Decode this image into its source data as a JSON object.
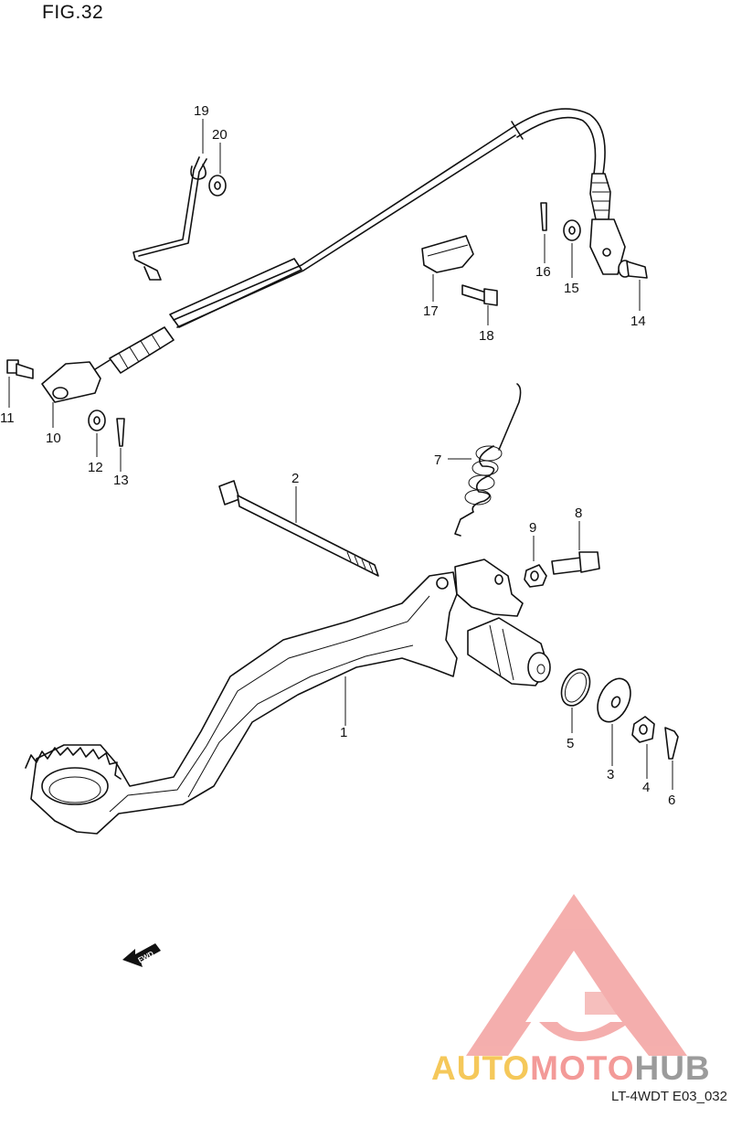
{
  "figure_title": "FIG.32",
  "footer_code": "LT-4WDT E03_032",
  "fwd_label": "FWD",
  "watermark": {
    "part1": "AUTO",
    "part2": "MOTO",
    "part3": "HUB"
  },
  "callouts": {
    "c1": "1",
    "c2": "2",
    "c3": "3",
    "c4": "4",
    "c5": "5",
    "c6": "6",
    "c7": "7",
    "c8": "8",
    "c9": "9",
    "c10": "10",
    "c11": "11",
    "c12": "12",
    "c13": "13",
    "c14": "14",
    "c15": "15",
    "c16": "16",
    "c17": "17",
    "c18": "18",
    "c19": "19",
    "c20": "20"
  },
  "colors": {
    "line": "#111111",
    "watermark_red": "#f08f8d",
    "watermark_yellow": "#f5c85a",
    "watermark_gray": "#9b9b9b"
  }
}
